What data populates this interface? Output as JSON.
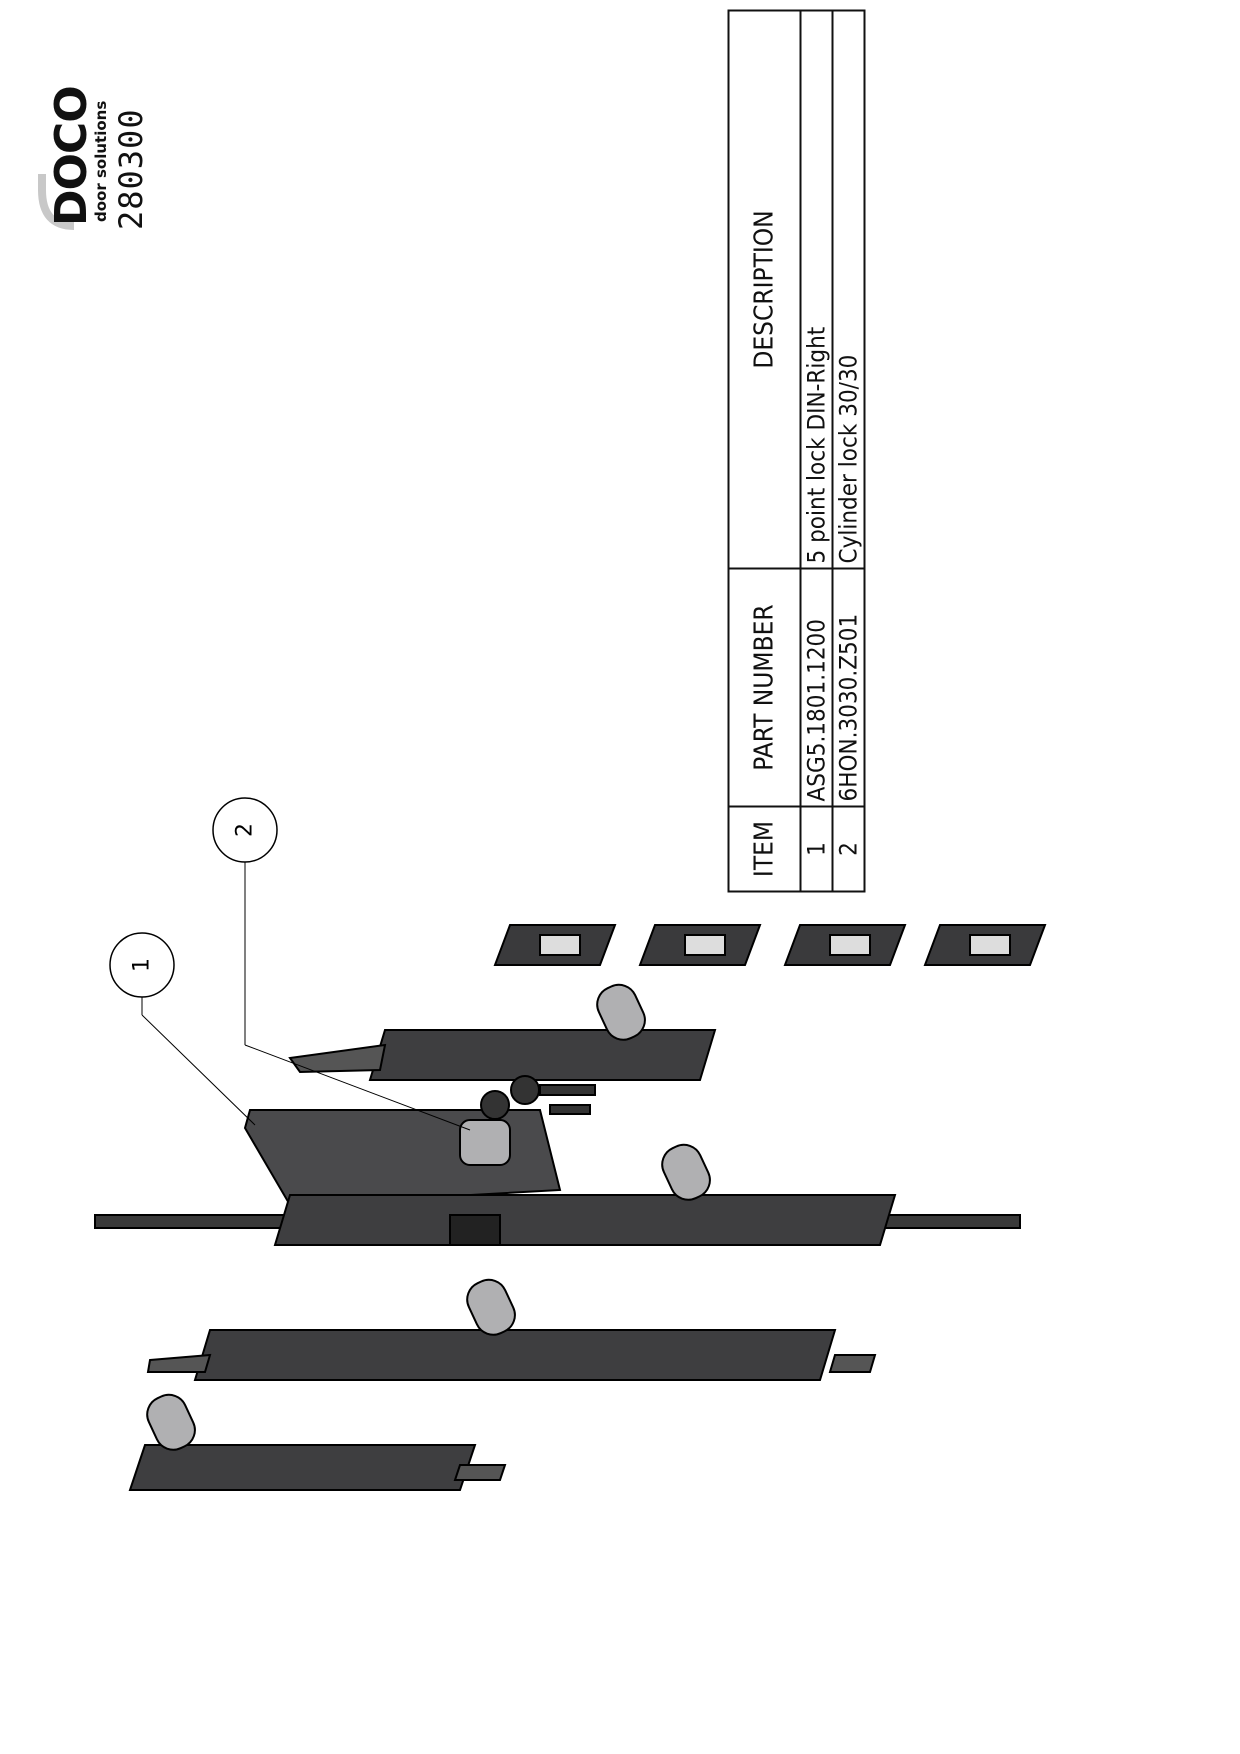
{
  "logo": {
    "brand": "DOCO",
    "tagline": "door solutions"
  },
  "drawing_number": "280300",
  "callouts": [
    "1",
    "2"
  ],
  "bom": {
    "headers": {
      "item": "ITEM",
      "part_number": "PART NUMBER",
      "description": "DESCRIPTION"
    },
    "rows": [
      {
        "item": "1",
        "part_number": "ASG5.1801.1200",
        "description": "5 point lock DIN-Right"
      },
      {
        "item": "2",
        "part_number": "6HON.3030.Z501",
        "description": "Cylinder lock 30/30"
      }
    ]
  }
}
